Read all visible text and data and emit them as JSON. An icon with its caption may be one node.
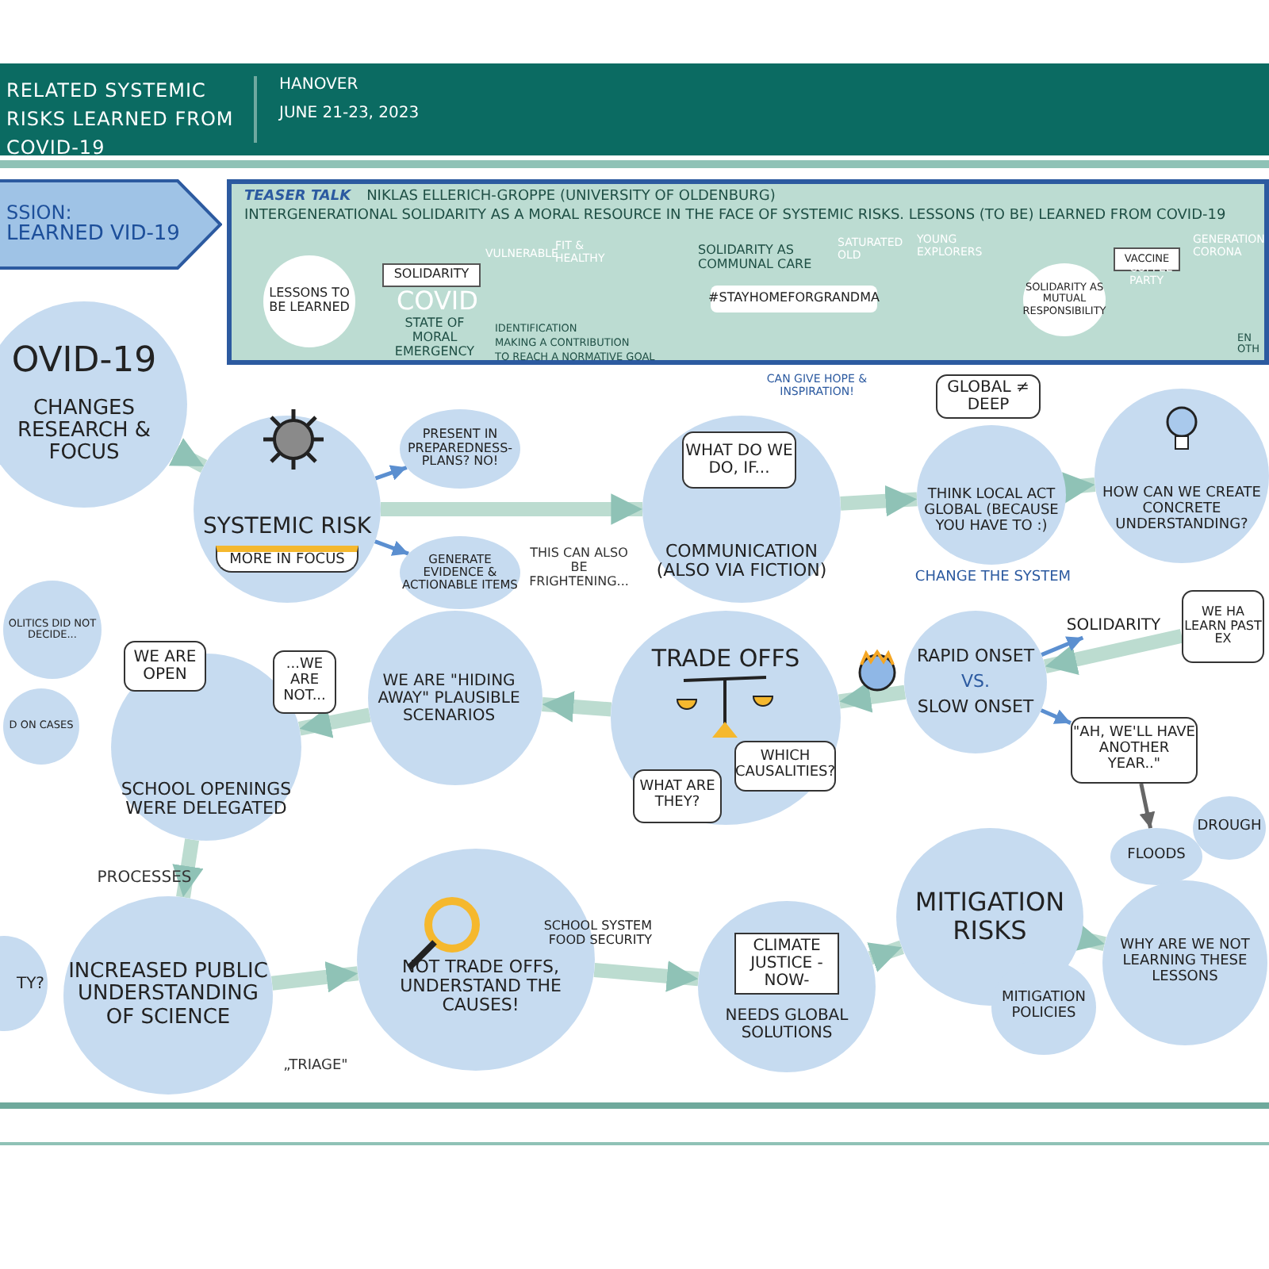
{
  "diagram": {
    "title": "RELATED SYSTEMIC RISKS LEARNED FROM COVID-19",
    "nodes": [
      {
        "text": [
          "SSION:",
          "LEARNED VID-19"
        ]
      },
      {
        "text": [
          "TEASER TALK",
          "NIKLAS ELLERICH-GROPPE (UNIVERSITY OF OLDENBURG)",
          "INTERGENERATIONAL SOLIDARITY AS A MORAL RESOURCE IN THE FACE OF SYSTEMIC RISKS. LESSONS (TO BE) LEARNED FROM COVID-19"
        ]
      },
      {
        "text": [
          "LESSONS TO BE LEARNED"
        ],
        "in": 1
      },
      {
        "text": [
          "SOLIDARITY"
        ],
        "in": 1,
        "beside": [
          "COVID",
          "STATE OF MORAL EMERGENCY"
        ]
      },
      {
        "text": [
          "#STAYHOMEFORGRANDMA"
        ],
        "in": 1
      },
      {
        "text": [
          "SOLIDARITY AS MUTUAL RESPONSIBILITY"
        ],
        "in": 1
      },
      {
        "text": [
          "VACCINE"
        ],
        "in": 1
      },
      {
        "text": [
          "OVID-19",
          "CHANGES RESEARCH & FOCUS"
        ]
      },
      {
        "text": [
          "SYSTEMIC RISK",
          "MORE IN FOCUS"
        ]
      },
      {
        "text": [
          "PRESENT IN PREPAREDNESS-PLANS? NO!"
        ]
      },
      {
        "text": [
          "GENERATE EVIDENCE & ACTIONABLE ITEMS"
        ],
        "beside": [
          "THIS CAN ALSO BE FRIGHTENING..."
        ]
      },
      {
        "text": [
          "COMMUNICATION (ALSO VIA FICTION)"
        ],
        "beside": [
          "CAN GIVE HOPE & INSPIRATION!"
        ]
      },
      {
        "text": [
          "WHAT DO WE DO, IF..."
        ],
        "in": 11
      },
      {
        "text": [
          "THINK LOCAL ACT GLOBAL (BECAUSE YOU HAVE TO :)"
        ],
        "beside": [
          "CHANGE THE SYSTEM"
        ]
      },
      {
        "text": [
          "GLOBAL ≠ DEEP"
        ]
      },
      {
        "text": [
          "HOW CAN WE CREATE CONCRETE UNDERSTANDING?"
        ]
      },
      {
        "text": [
          "WE HA LEARN PAST EX"
        ]
      },
      {
        "text": [
          "RAPID ONSET",
          "VS.",
          "SLOW ONSET"
        ]
      },
      {
        "text": [
          "SOLIDARITY"
        ]
      },
      {
        "text": [
          "\"AH, WE'LL HAVE ANOTHER YEAR..\""
        ]
      },
      {
        "text": [
          "FLOODS"
        ]
      },
      {
        "text": [
          "DROUGH"
        ]
      },
      {
        "text": [
          "TRADE OFFS"
        ]
      },
      {
        "text": [
          "WHAT ARE THEY?"
        ],
        "in": 22
      },
      {
        "text": [
          "WHICH CAUSALITIES?"
        ],
        "in": 22
      },
      {
        "text": [
          "WE ARE \"HIDING AWAY\" PLAUSIBLE SCENARIOS"
        ]
      },
      {
        "text": [
          "SCHOOL OPENINGS WERE DELEGATED"
        ]
      },
      {
        "text": [
          "WE ARE OPEN"
        ]
      },
      {
        "text": [
          "...WE ARE NOT..."
        ]
      },
      {
        "text": [
          "OLITICS DID NOT DECIDE..."
        ]
      },
      {
        "text": [
          "D ON CASES"
        ]
      },
      {
        "text": [
          "TY?"
        ]
      },
      {
        "text": [
          "INCREASED PUBLIC UNDERSTANDING OF SCIENCE"
        ],
        "beside": [
          "PROCESSES",
          "„TRIAGE\""
        ]
      },
      {
        "text": [
          "SCHOOL SYSTEM",
          "FOOD SECURITY",
          "NOT TRADE OFFS, UNDERSTAND THE CAUSES!"
        ]
      },
      {
        "text": [
          "CLIMATE JUSTICE -NOW-",
          "NEEDS GLOBAL SOLUTIONS"
        ]
      },
      {
        "text": [
          "MITIGATION RISKS"
        ]
      },
      {
        "text": [
          "MITIGATION POLICIES"
        ]
      },
      {
        "text": [
          "WHY ARE WE NOT LEARNING THESE LESSONS"
        ]
      }
    ],
    "edges": [
      {
        "from": 7,
        "to": 8,
        "arrow": "to"
      },
      {
        "from": 8,
        "to": 9,
        "arrow": "to",
        "color": "#5b8fd0"
      },
      {
        "from": 8,
        "to": 10,
        "arrow": "to",
        "color": "#5b8fd0"
      },
      {
        "from": 8,
        "to": 11,
        "arrow": "to"
      },
      {
        "from": 11,
        "to": 13,
        "arrow": "to"
      },
      {
        "from": 13,
        "to": 15,
        "arrow": "to"
      },
      {
        "from": 16,
        "to": 17,
        "arrow": "to"
      },
      {
        "from": 17,
        "to": 18,
        "arrow": "to",
        "color": "#5b8fd0"
      },
      {
        "from": 17,
        "to": 19,
        "arrow": "to",
        "color": "#5b8fd0"
      },
      {
        "from": 19,
        "to": 20,
        "arrow": "to",
        "color": "#666666"
      },
      {
        "from": 17,
        "to": 22,
        "arrow": "to"
      },
      {
        "from": 22,
        "to": 25,
        "arrow": "to"
      },
      {
        "from": 25,
        "to": 26,
        "arrow": "to"
      },
      {
        "from": 26,
        "to": 32,
        "arrow": "to"
      },
      {
        "from": 32,
        "to": 33,
        "arrow": "to"
      },
      {
        "from": 33,
        "to": 34,
        "arrow": "to"
      },
      {
        "from": 34,
        "to": 35,
        "arrow": "to"
      },
      {
        "from": 35,
        "to": 37,
        "arrow": "to"
      }
    ],
    "labels": [
      "HANOVER",
      "JUNE 21-23, 2023",
      "VULNERABLE",
      "FIT & HEALTHY",
      "SOLIDARITY AS COMMUNAL CARE",
      "SATURATED OLD",
      "YOUNG EXPLORERS",
      "COFFEE PARTY",
      "GENERATION CORONA",
      "IDENTIFICATION",
      "MAKING A CONTRIBUTION",
      "TO REACH A NORMATIVE GOAL",
      "EN OTH"
    ]
  }
}
